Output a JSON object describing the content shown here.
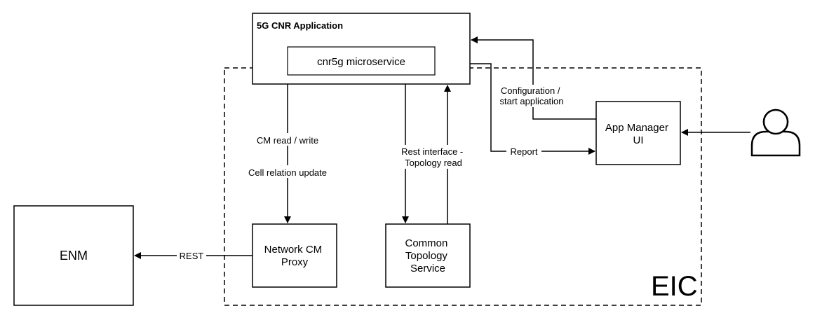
{
  "diagram": {
    "eic_label": "EIC",
    "app_title": "5G CNR Application",
    "microservice": "cnr5g microservice",
    "enm": "ENM",
    "network_cm_proxy": [
      "Network CM",
      "Proxy"
    ],
    "common_topology": [
      "Common",
      "Topology",
      "Service"
    ],
    "app_manager": [
      "App Manager",
      "UI"
    ],
    "edges": {
      "cm_read_write": "CM read / write",
      "cell_relation": "Cell relation update",
      "rest_interface": [
        "Rest interface -",
        "Topology read"
      ],
      "configuration": [
        "Configuration /",
        "start application"
      ],
      "report": "Report",
      "rest": "REST"
    }
  }
}
